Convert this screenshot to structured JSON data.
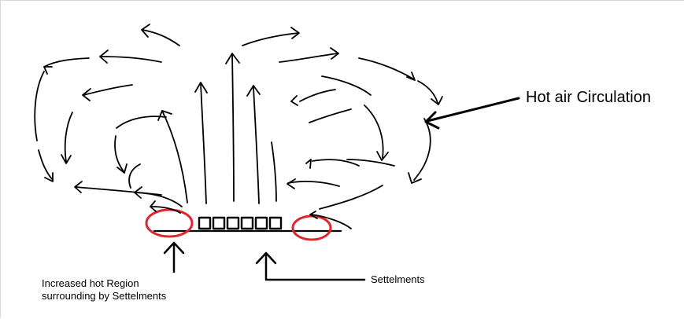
{
  "labels": {
    "hot_air": "Hot air Circulation",
    "region_line1": "Increased hot Region",
    "region_line2": "surrounding by Settelments",
    "settlements": "Settelments"
  },
  "colors": {
    "stroke": "#000000",
    "highlight": "#e0252b"
  }
}
